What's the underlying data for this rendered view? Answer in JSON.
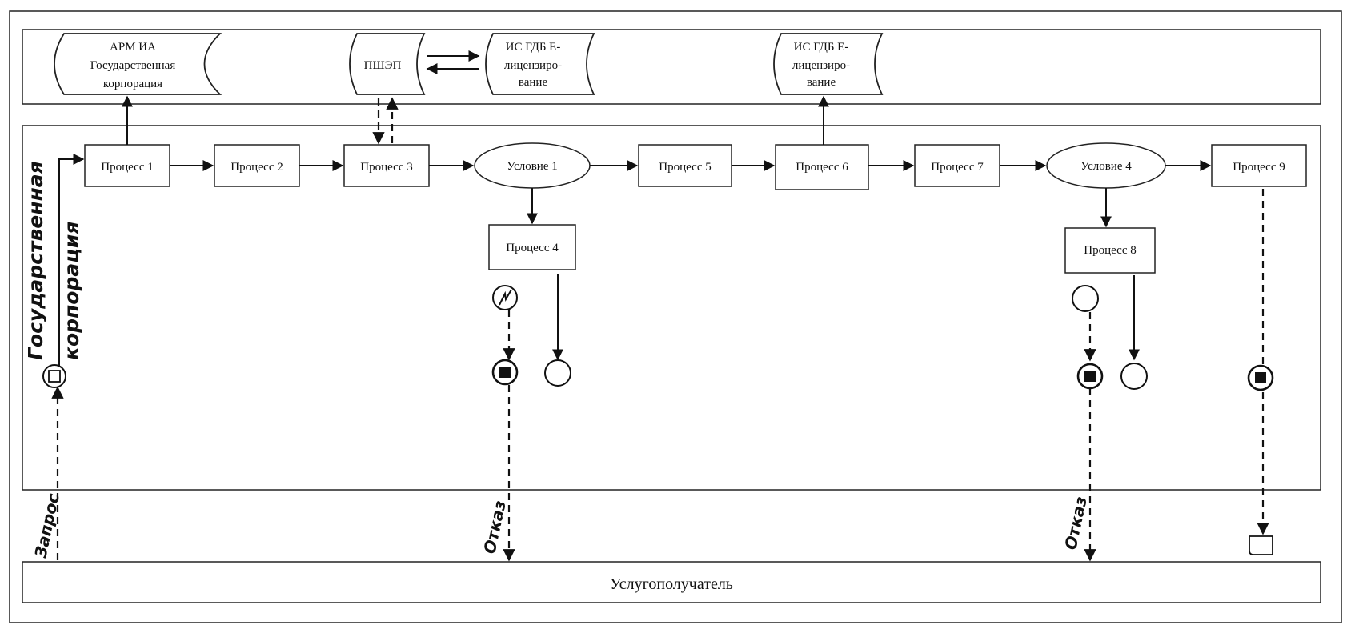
{
  "systems": {
    "arm": [
      "АРМ ИА",
      "Государственная",
      "корпорация"
    ],
    "pshep": [
      "ПШЭП"
    ],
    "is_gdb_1": [
      "ИС ГДБ Е-",
      "лицензиро-",
      "вание"
    ],
    "is_gdb_2": [
      "ИС ГДБ Е-",
      "лицензиро-",
      "вание"
    ]
  },
  "lane": {
    "label_line1": "Государственная",
    "label_line2": "корпорация"
  },
  "processes": {
    "p1": "Процесс 1",
    "p2": "Процесс 2",
    "p3": "Процесс 3",
    "p4": "Процесс 4",
    "p5": "Процесс 5",
    "p6": "Процесс 6",
    "p7": "Процесс 7",
    "p8": "Процесс 8",
    "p9": "Процесс 9"
  },
  "conditions": {
    "c1": "Условие 1",
    "c4": "Условие 4"
  },
  "flows": {
    "request": "Запрос",
    "refusal_1": "Отказ",
    "refusal_2": "Отказ"
  },
  "recipient": {
    "label": "Услугополучатель"
  }
}
